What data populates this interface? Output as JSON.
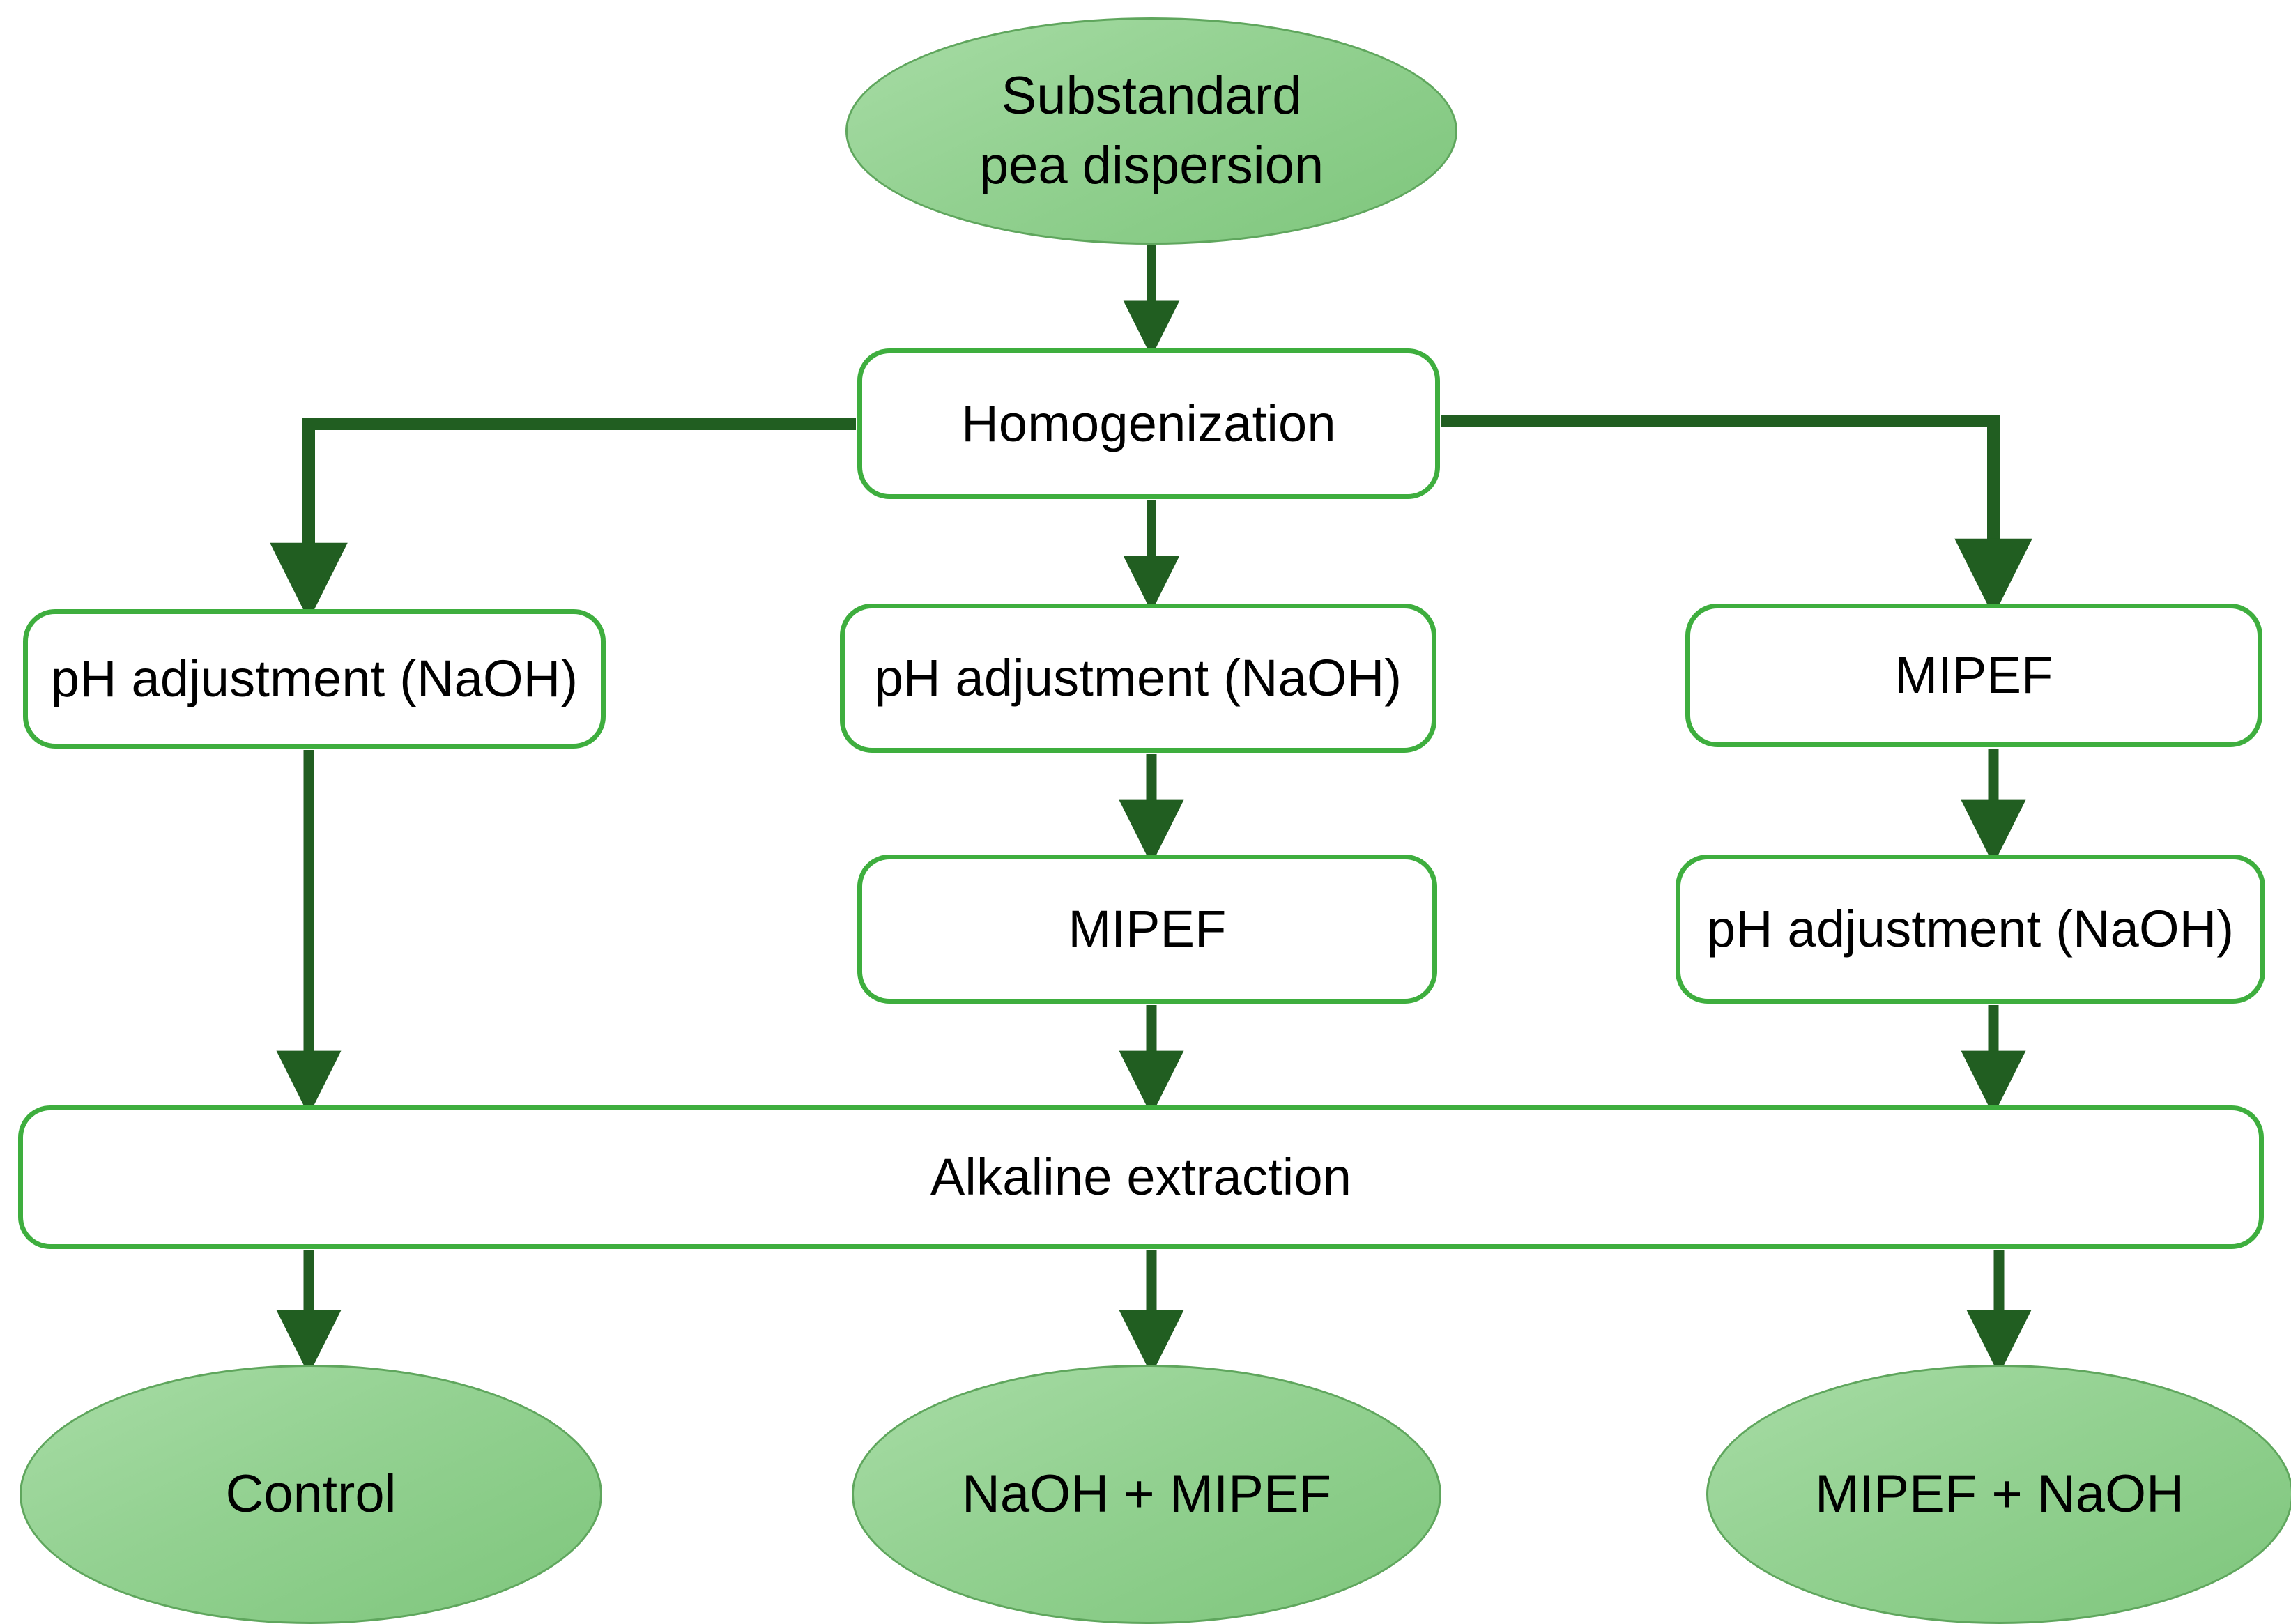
{
  "diagram": {
    "title": "Pea protein extraction process flowchart",
    "type": "flowchart",
    "colors": {
      "terminator_fill_light": "#A7DCA5",
      "terminator_fill_dark": "#7EC67C",
      "terminator_border": "#5FA65D",
      "process_border": "#3EAE3E",
      "process_fill": "#FFFFFF",
      "connector": "#215E21",
      "text": "#000000",
      "background": "#FFFFFF"
    },
    "nodes": {
      "start": {
        "label": "Substandard\npea dispersion",
        "line1": "Substandard",
        "line2": "pea dispersion",
        "shape": "ellipse"
      },
      "homogenization": {
        "label": "Homogenization",
        "shape": "rounded-rect"
      },
      "ph_left": {
        "label": "pH adjustment (NaOH)",
        "shape": "rounded-rect"
      },
      "ph_middle": {
        "label": "pH adjustment (NaOH)",
        "shape": "rounded-rect"
      },
      "mipef_right": {
        "label": "MIPEF",
        "shape": "rounded-rect"
      },
      "mipef_middle": {
        "label": "MIPEF",
        "shape": "rounded-rect"
      },
      "ph_right": {
        "label": "pH adjustment (NaOH)",
        "shape": "rounded-rect"
      },
      "alkaline_extraction": {
        "label": "Alkaline extraction",
        "shape": "rounded-rect"
      },
      "control": {
        "label": "Control",
        "shape": "ellipse"
      },
      "naoh_mipef": {
        "label": "NaOH + MIPEF",
        "shape": "ellipse"
      },
      "mipef_naoh": {
        "label": "MIPEF + NaOH",
        "shape": "ellipse"
      }
    },
    "edges": [
      {
        "from": "start",
        "to": "homogenization",
        "style": "straight-down-arrow"
      },
      {
        "from": "homogenization",
        "to": "ph_left",
        "style": "elbow-left-down-arrow"
      },
      {
        "from": "homogenization",
        "to": "ph_middle",
        "style": "straight-down-arrow"
      },
      {
        "from": "homogenization",
        "to": "mipef_right",
        "style": "elbow-right-down-arrow"
      },
      {
        "from": "ph_middle",
        "to": "mipef_middle",
        "style": "straight-down-arrow"
      },
      {
        "from": "mipef_right",
        "to": "ph_right",
        "style": "straight-down-arrow"
      },
      {
        "from": "ph_left",
        "to": "alkaline_extraction",
        "style": "straight-down-arrow"
      },
      {
        "from": "mipef_middle",
        "to": "alkaline_extraction",
        "style": "straight-down-arrow"
      },
      {
        "from": "ph_right",
        "to": "alkaline_extraction",
        "style": "straight-down-arrow"
      },
      {
        "from": "alkaline_extraction",
        "to": "control",
        "style": "straight-down-arrow"
      },
      {
        "from": "alkaline_extraction",
        "to": "naoh_mipef",
        "style": "straight-down-arrow"
      },
      {
        "from": "alkaline_extraction",
        "to": "mipef_naoh",
        "style": "straight-down-arrow"
      }
    ]
  }
}
